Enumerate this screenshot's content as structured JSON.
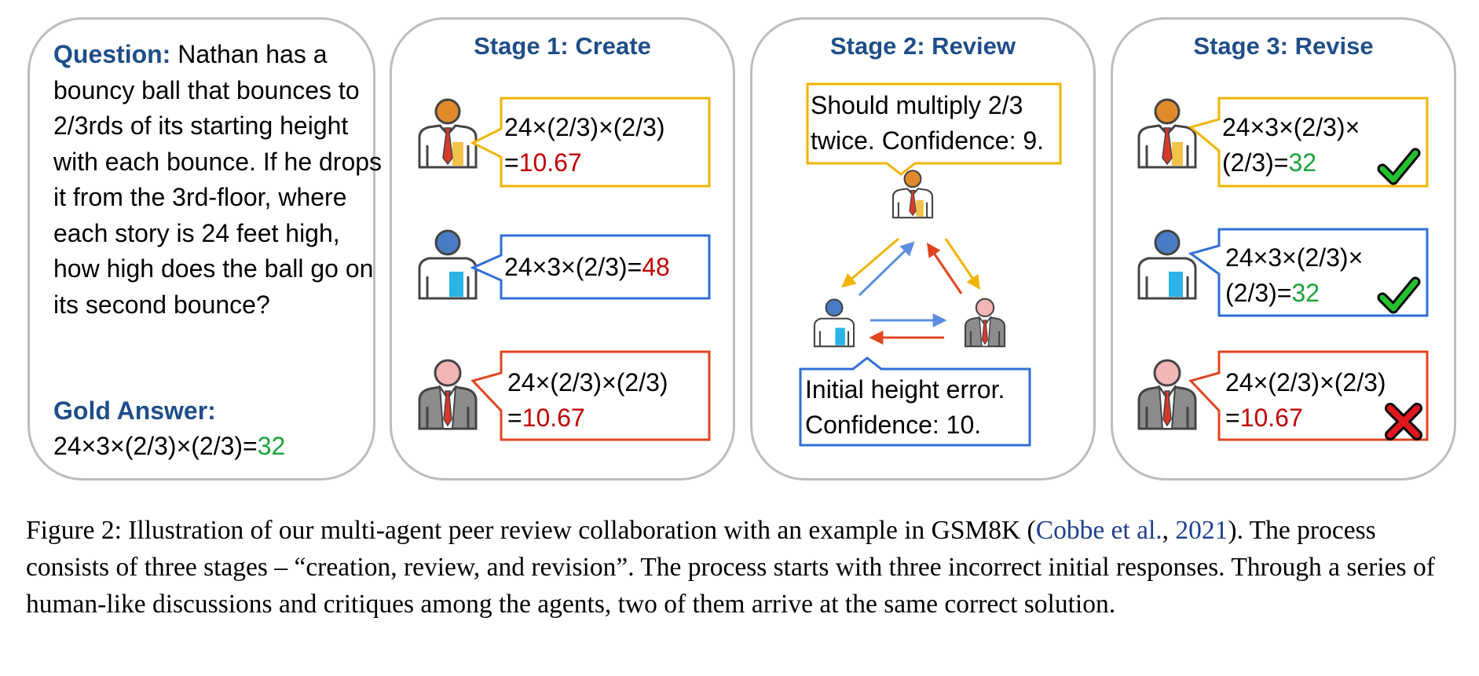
{
  "question": {
    "label": "Question:",
    "text": "Nathan has a bouncy ball that bounces to 2/3rds of its starting height with each bounce. If he drops it from the 3rd-floor, where each story is 24 feet high, how high does the ball go on its second bounce?"
  },
  "gold": {
    "label": "Gold Answer:",
    "expr": "24×3×(2/3)×(2/3)=",
    "value": "32"
  },
  "stages": [
    {
      "title": "Stage 1: Create",
      "responses": [
        {
          "line1": "24×(2/3)×(2/3)",
          "line2_prefix": "=",
          "value": "10.67",
          "line2_suffix": "",
          "value_color": "#c00000"
        },
        {
          "line1": "24×3×(2/3)=",
          "line2_prefix": "",
          "value": "48",
          "line2_suffix": "",
          "value_color": "#c00000"
        },
        {
          "line1": "24×(2/3)×(2/3)",
          "line2_prefix": "=",
          "value": "10.67",
          "line2_suffix": "",
          "value_color": "#c00000"
        }
      ]
    },
    {
      "title": "Stage 2: Review",
      "review_top": {
        "line1": "Should multiply 2/3",
        "line2": "twice. Confidence: 9."
      },
      "review_bottom": {
        "line1": "Initial height error.",
        "line2": "Confidence: 10."
      }
    },
    {
      "title": "Stage 3: Revise",
      "responses": [
        {
          "line1": "24×3×(2/3)×",
          "line2_prefix": "(2/3)=",
          "value": "32",
          "value_color": "#1aa33a",
          "mark": "check-icon"
        },
        {
          "line1": "24×3×(2/3)×",
          "line2_prefix": "(2/3)=",
          "value": "32",
          "value_color": "#1aa33a",
          "mark": "check-icon"
        },
        {
          "line1": "24×(2/3)×(2/3)",
          "line2_prefix": "=",
          "value": "10.67",
          "value_color": "#c00000",
          "mark": "cross-icon"
        }
      ]
    }
  ],
  "colors": {
    "agent_orange": "#f0b400",
    "agent_blue": "#2f6fd6",
    "agent_red": "#e0451f",
    "title_blue": "#1f4e89",
    "correct_green": "#1aa33a",
    "wrong_red": "#c00000",
    "panel_border": "#bdbdbd"
  },
  "caption": {
    "prefix": "Figure 2: Illustration of our multi-agent peer review collaboration with an example in GSM8K (",
    "cite_author": "Cobbe et al.",
    "cite_sep": ", ",
    "cite_year": "2021",
    "after_cite": "). The process consists of three stages – “creation, review, and revision”. The process starts with three incorrect initial responses. Through a series of human-like discussions and critiques among the agents, two of them arrive at the same correct solution."
  }
}
